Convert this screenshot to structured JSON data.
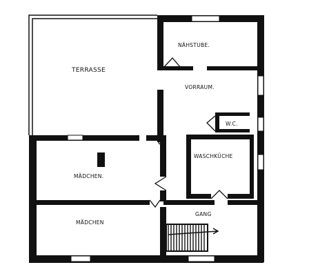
{
  "rooms": [
    {
      "id": "terrasse",
      "label": "TERRASSE"
    },
    {
      "id": "naehstube",
      "label": "NÄHSTUBE."
    },
    {
      "id": "vorraum",
      "label": "VORRAUM."
    },
    {
      "id": "wc",
      "label": "W.C."
    },
    {
      "id": "waschkueche",
      "label": "WASCHKÜCHE"
    },
    {
      "id": "maedchen-1",
      "label": "MÄDCHEN."
    },
    {
      "id": "maedchen-2",
      "label": "MÄDCHEN"
    },
    {
      "id": "gang",
      "label": "GANG"
    }
  ]
}
